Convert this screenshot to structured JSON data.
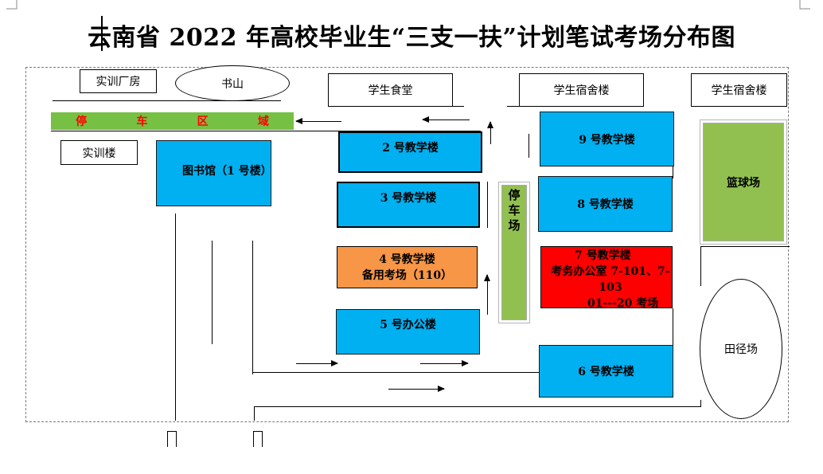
{
  "title": "云南省 2022 年高校毕业生“三支一扶”计划笔试考场分布图",
  "labels": {
    "training_workshop": "实训厂房",
    "shushan": "书山",
    "canteen": "学生食堂",
    "dorm_a": "学生宿舍楼",
    "dorm_b": "学生宿舍楼",
    "parking_chars": [
      "停",
      "车",
      "区",
      "域"
    ],
    "training_building": "实训楼",
    "library": "图书馆（1 号楼）",
    "bldg2": "2 号教学楼",
    "bldg3": "3 号教学楼",
    "bldg4_line1": "4 号教学楼",
    "bldg4_line2": "备用考场（110）",
    "bldg5": "5 号办公楼",
    "parking_lot": "停车场",
    "bldg9": "9 号教学楼",
    "bldg8": "8 号教学楼",
    "bldg7_line1": "7 号教学楼",
    "bldg7_line2": "考务办公室 7-101、7-103",
    "bldg7_line3": "01---20 考场",
    "bldg6": "6 号教学楼",
    "basketball": "篮球场",
    "track": "田径场"
  },
  "colors": {
    "building_blue": "#00b0f0",
    "spare_orange": "#f79646",
    "exam_red": "#ff0000",
    "field_green": "#92c050",
    "strip_green": "#76c043",
    "strip_text_red": "#ff0000"
  }
}
